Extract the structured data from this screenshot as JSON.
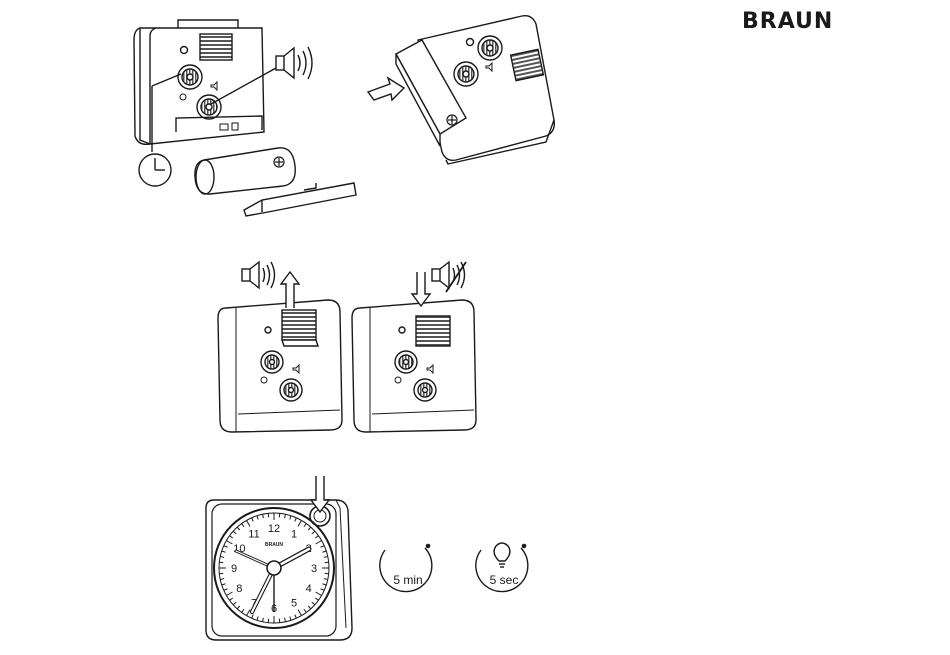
{
  "brand": {
    "logo_text": "BRAUN"
  },
  "clock_face": {
    "numerals": [
      "12",
      "1",
      "2",
      "3",
      "4",
      "5",
      "6",
      "7",
      "8",
      "9",
      "10",
      "11"
    ],
    "face_brand": "BRAUN"
  },
  "labels": {
    "snooze_duration": "5 min",
    "light_duration": "5 sec"
  },
  "icons": {
    "panel1": [
      "clock-icon",
      "speaker-on-icon",
      "battery-icon",
      "plus-icon"
    ],
    "panel3": [
      "speaker-on-icon",
      "speaker-muted-icon",
      "arrow-up-icon",
      "arrow-down-icon"
    ],
    "panel4": [
      "arrow-down-icon",
      "timer-icon",
      "light-bulb-icon"
    ]
  },
  "colors": {
    "line": "#1a1a1a",
    "fill": "#ffffff",
    "shade": "#7a7a7a"
  }
}
